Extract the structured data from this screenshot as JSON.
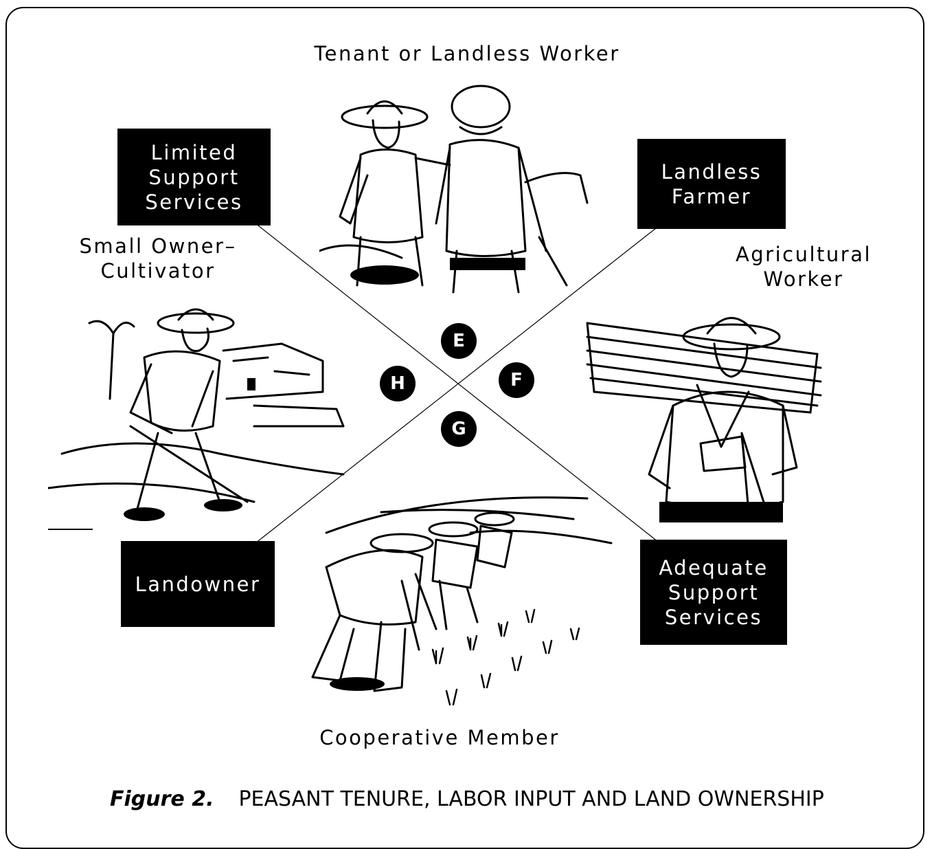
{
  "titles": {
    "top": "Tenant or Landless Worker",
    "left": "Small Owner–\nCultivator",
    "right": "Agricultural\nWorker",
    "bottom": "Cooperative Member"
  },
  "boxes": {
    "top_left": "Limited\nSupport\nServices",
    "top_right": "Landless\nFarmer",
    "bottom_left": "Landowner",
    "bottom_right": "Adequate\nSupport\nServices"
  },
  "quadrants": {
    "top": "E",
    "right": "F",
    "bottom": "G",
    "left": "H"
  },
  "caption": {
    "figure_label": "Figure 2.",
    "title": "PEASANT TENURE, LABOR INPUT AND LAND OWNERSHIP"
  }
}
